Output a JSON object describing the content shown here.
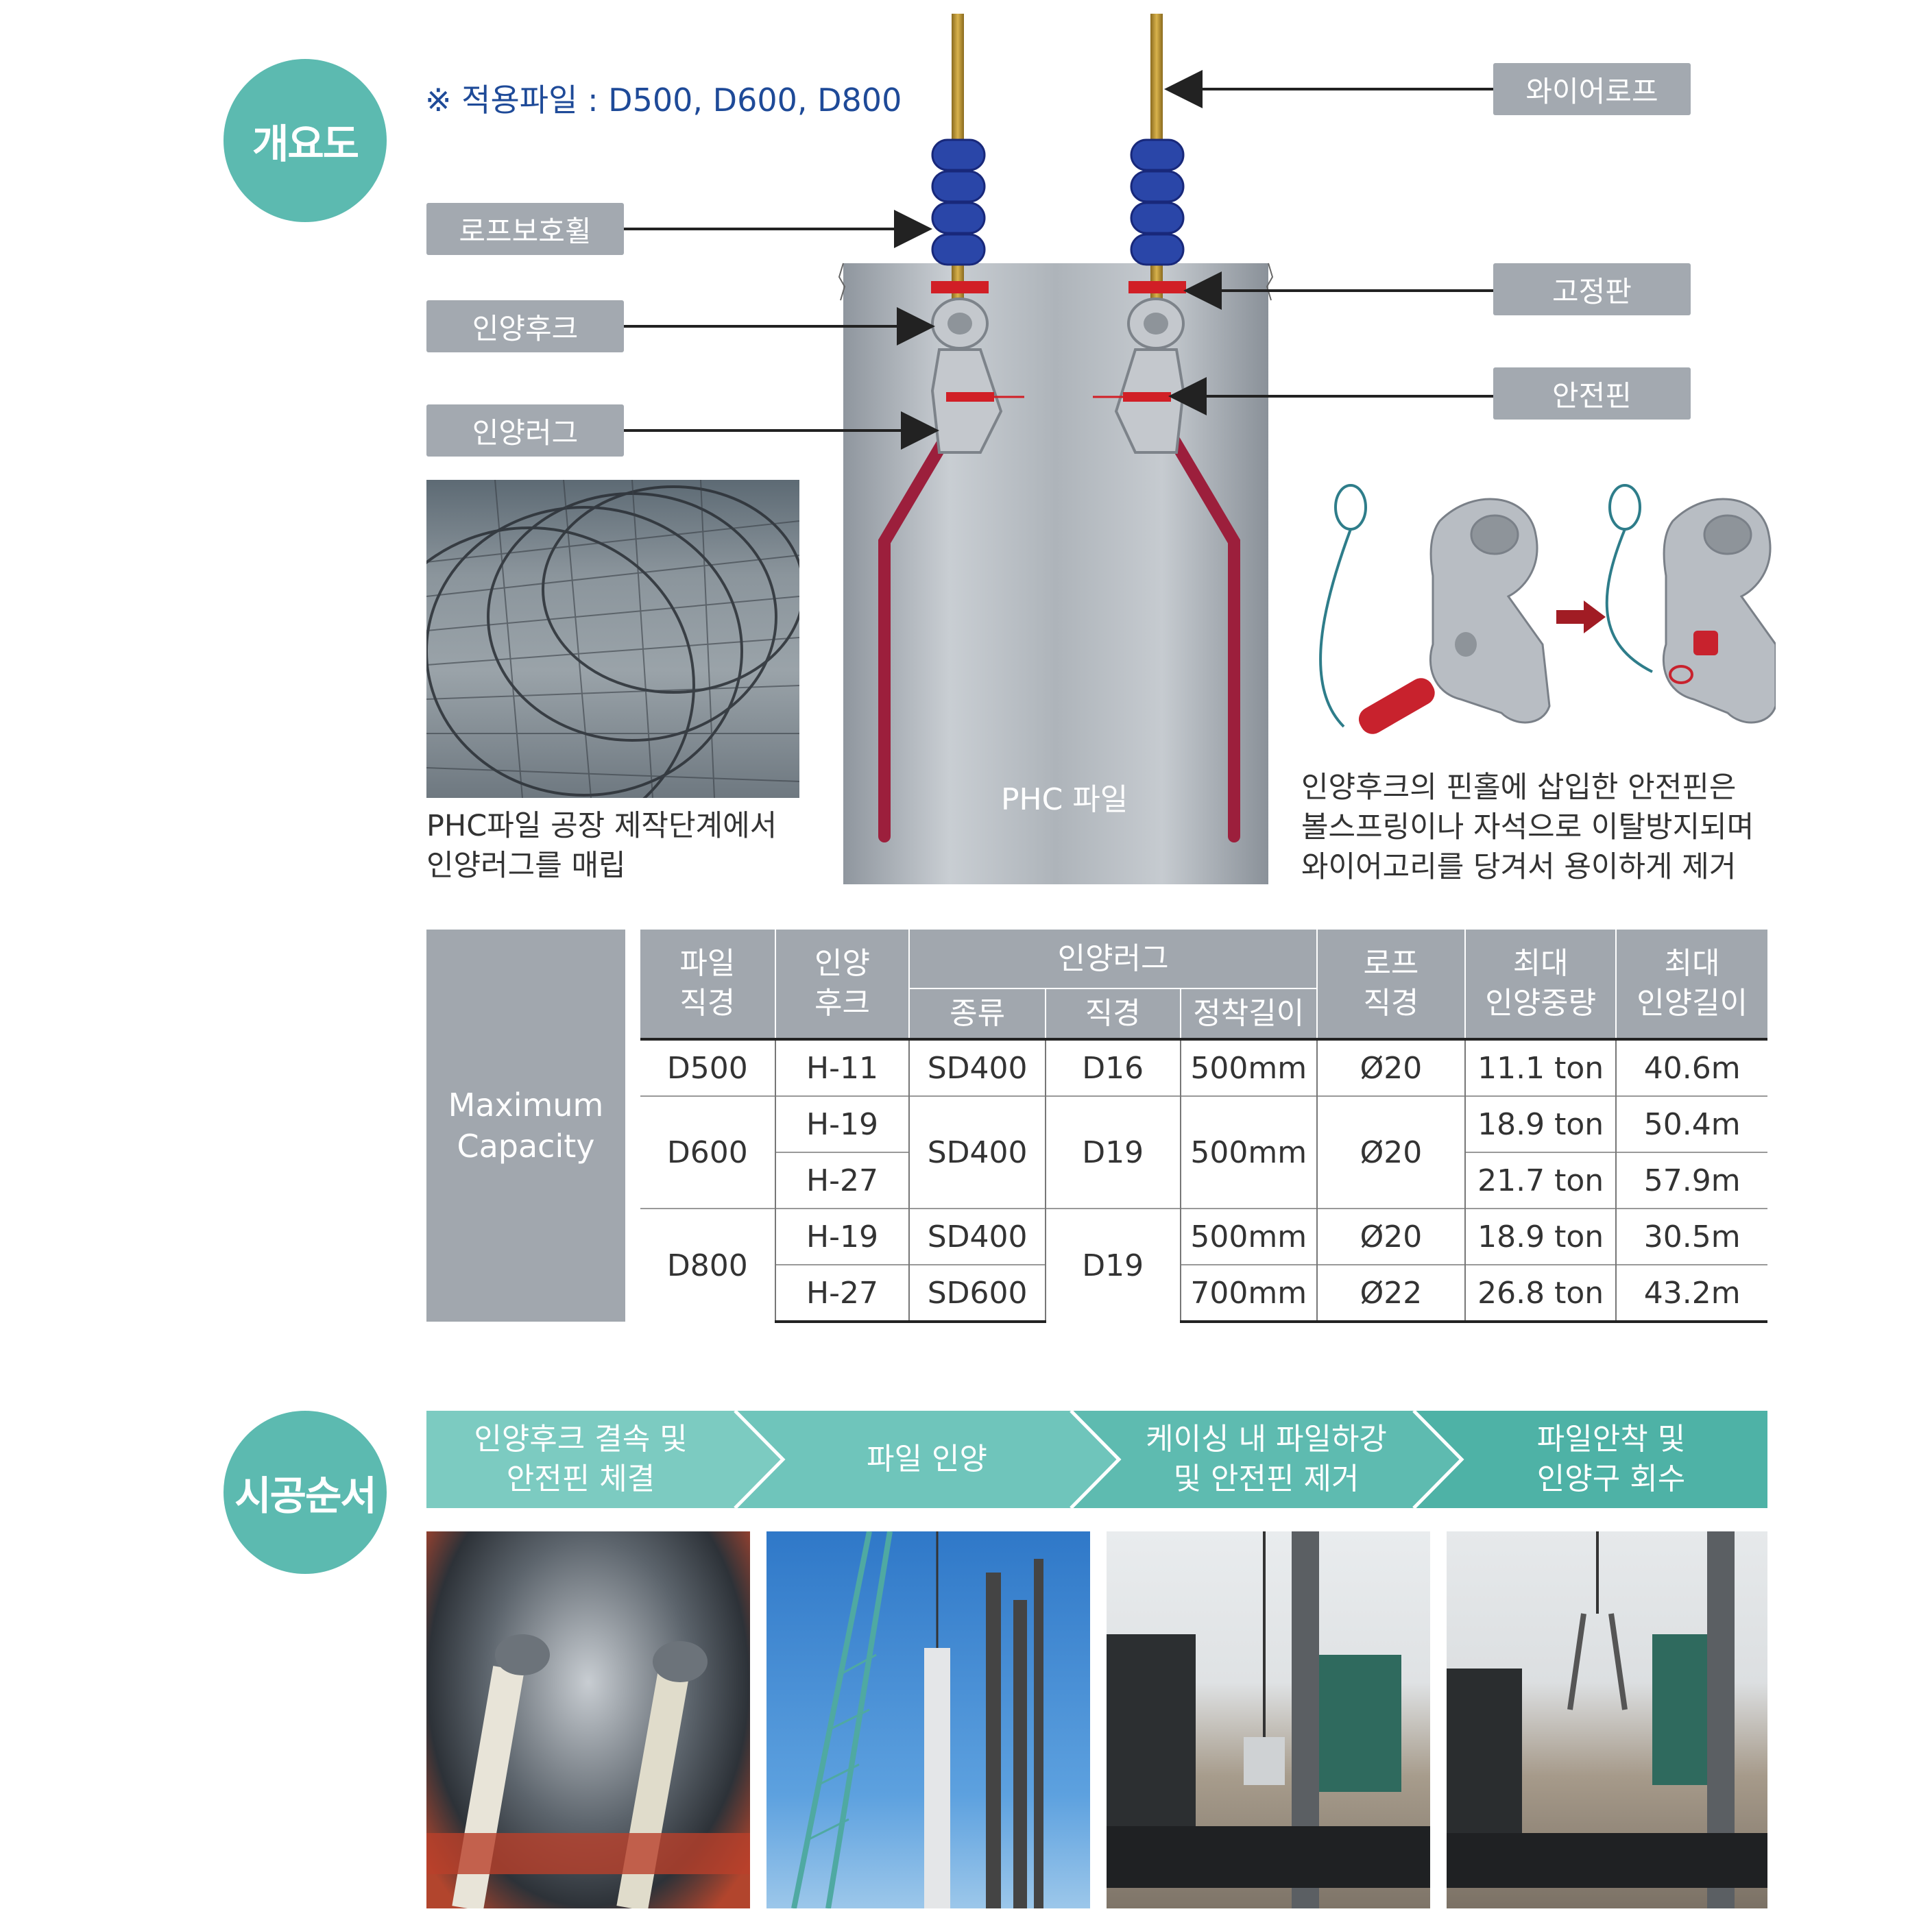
{
  "sections": {
    "overview": "개요도",
    "process": "시공순서"
  },
  "note": "※ 적용파일 : D500, D600, D800",
  "labels_left": [
    "로프보호휠",
    "인양후크",
    "인양러그"
  ],
  "labels_right": [
    "와이어로프",
    "고정판",
    "안전핀"
  ],
  "pile_label": "PHC 파일",
  "caption_left": [
    "PHC파일 공장 제작단계에서",
    "인양러그를 매립"
  ],
  "caption_right": [
    "인양후크의 핀홀에 삽입한 안전핀은",
    "볼스프링이나 자석으로 이탈방지되며",
    "와이어고리를 당겨서 용이하게 제거"
  ],
  "table": {
    "side_label": [
      "Maximum",
      "Capacity"
    ],
    "headers": {
      "pile": [
        "파일",
        "직경"
      ],
      "hook": [
        "인양",
        "후크"
      ],
      "lug": "인양러그",
      "lug_sub": [
        "종류",
        "직경",
        "정착길이"
      ],
      "rope": [
        "로프",
        "직경"
      ],
      "load": [
        "최대",
        "인양중량"
      ],
      "length": [
        "최대",
        "인양길이"
      ]
    },
    "rows": [
      {
        "pile": "D500",
        "hook": "H-11",
        "type": "SD400",
        "dia": "D16",
        "anchor": "500mm",
        "rope": "Ø20",
        "load": "11.1 ton",
        "length": "40.6m"
      },
      {
        "pile": "D600",
        "hook": "H-19",
        "type": "SD400",
        "dia": "D19",
        "anchor": "500mm",
        "rope": "Ø20",
        "load": "18.9 ton",
        "length": "50.4m"
      },
      {
        "pile": "",
        "hook": "H-27",
        "type": "",
        "dia": "",
        "anchor": "",
        "rope": "",
        "load": "21.7 ton",
        "length": "57.9m"
      },
      {
        "pile": "D800",
        "hook": "H-19",
        "type": "SD400",
        "dia": "D19",
        "anchor": "500mm",
        "rope": "Ø20",
        "load": "18.9 ton",
        "length": "30.5m"
      },
      {
        "pile": "",
        "hook": "H-27",
        "type": "SD600",
        "dia": "",
        "anchor": "700mm",
        "rope": "Ø22",
        "load": "26.8 ton",
        "length": "43.2m"
      }
    ]
  },
  "steps": [
    {
      "line1": "인양후크 결속 및",
      "line2": "안전핀 체결"
    },
    {
      "line1": "파일 인양",
      "line2": ""
    },
    {
      "line1": "케이싱 내 파일하강",
      "line2": "및 안전핀 제거"
    },
    {
      "line1": "파일안착 및",
      "line2": "인양구 회수"
    }
  ],
  "colors": {
    "teal": "#5cbab0",
    "gray_label": "#a3a9b0",
    "note_blue": "#1e4a98"
  }
}
